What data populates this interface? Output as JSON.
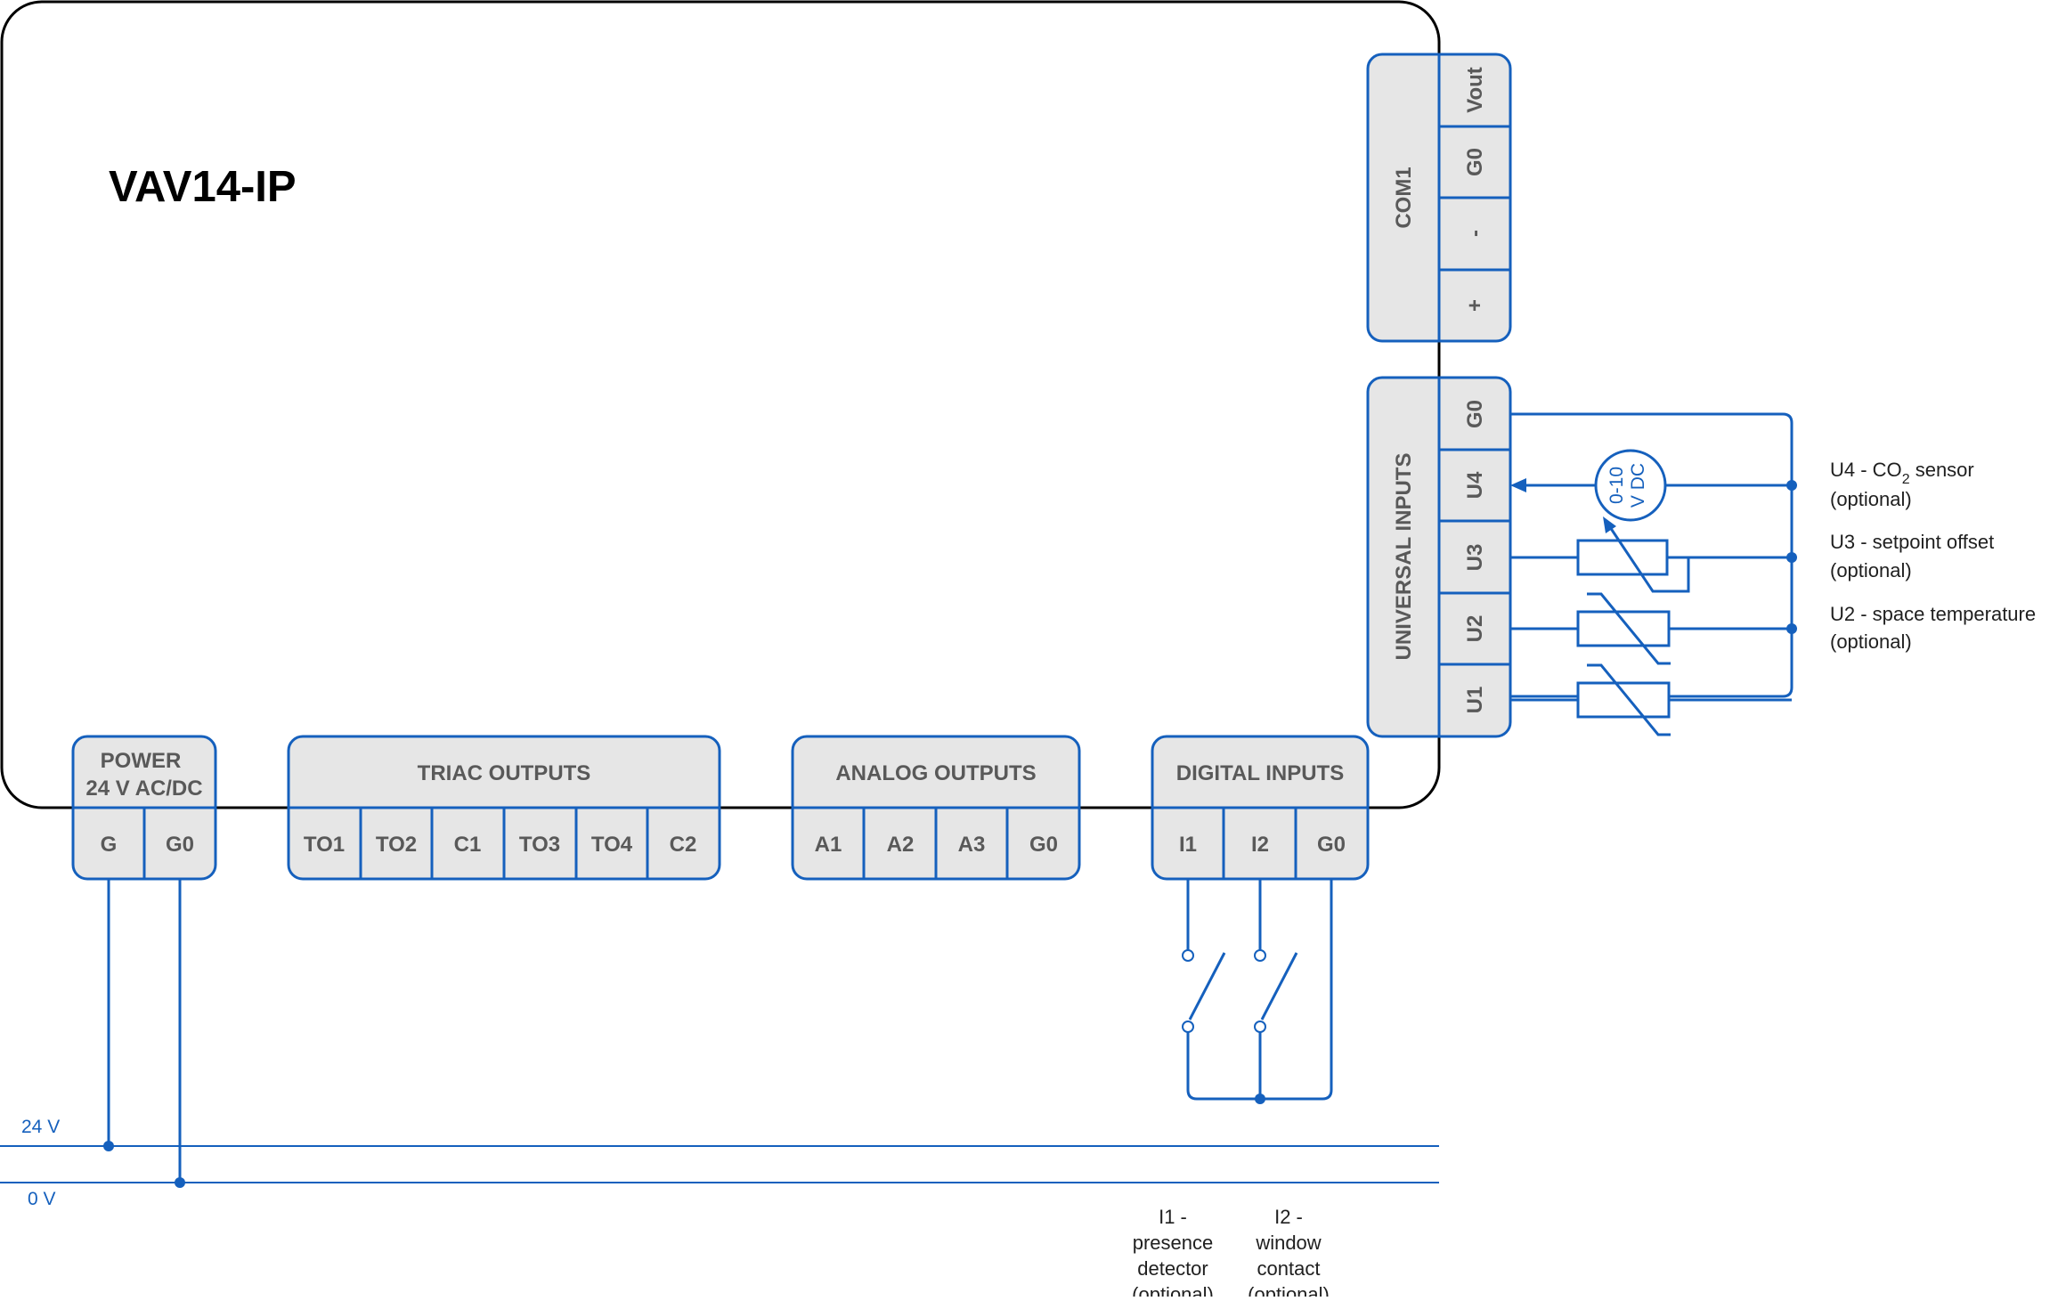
{
  "device": {
    "title": "VAV14-IP"
  },
  "colors": {
    "wire": "#1560bd",
    "block_fill": "#e6e6e6",
    "device_outline": "#000000",
    "label_text": "#595959"
  },
  "blocks": {
    "power": {
      "title_line1": "POWER",
      "title_line2": "24 V AC/DC",
      "terminals": [
        "G",
        "G0"
      ]
    },
    "triac_outputs": {
      "title": "TRIAC OUTPUTS",
      "terminals": [
        "TO1",
        "TO2",
        "C1",
        "TO3",
        "TO4",
        "C2"
      ]
    },
    "analog_outputs": {
      "title": "ANALOG OUTPUTS",
      "terminals": [
        "A1",
        "A2",
        "A3",
        "G0"
      ]
    },
    "digital_inputs": {
      "title": "DIGITAL INPUTS",
      "terminals": [
        "I1",
        "I2",
        "G0"
      ]
    },
    "com1": {
      "title": "COM1",
      "terminals": [
        "Vout",
        "G0",
        "-",
        "+"
      ]
    },
    "universal_inputs": {
      "title": "UNIVERSAL INPUTS",
      "terminals": [
        "G0",
        "U4",
        "U3",
        "U2",
        "U1"
      ]
    }
  },
  "sensors": {
    "co2": {
      "line1": "0-10",
      "line2": "V DC"
    }
  },
  "rails": {
    "supply": "24 V",
    "ground": "0 V"
  },
  "annotations": {
    "u4": {
      "line1_a": "U4 - CO",
      "line1_sub": "2",
      "line1_b": " sensor",
      "line2": "(optional)"
    },
    "u3": {
      "line1": "U3 - setpoint offset",
      "line2": "(optional)"
    },
    "u2": {
      "line1": "U2 - space temperature",
      "line2": "(optional)"
    },
    "i1": {
      "line1": "I1 -",
      "line2": "presence",
      "line3": "detector",
      "line4": "(optional)"
    },
    "i2": {
      "line1": "I2 -",
      "line2": "window",
      "line3": "contact",
      "line4": "(optional)"
    }
  }
}
